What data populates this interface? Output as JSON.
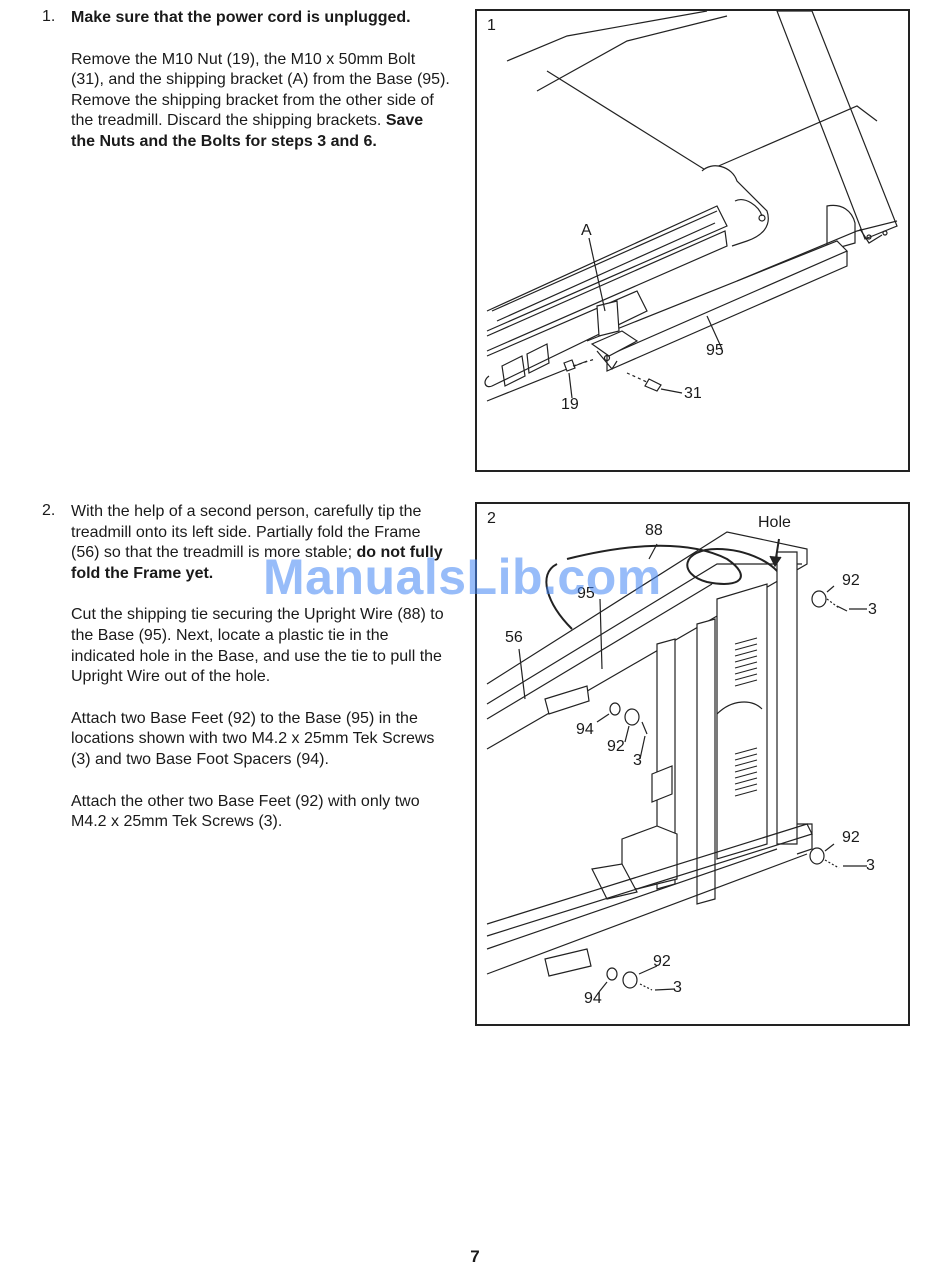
{
  "step1": {
    "number": "1.",
    "heading": "Make sure that the power cord is unplugged.",
    "body": "Remove the M10 Nut (19), the M10 x 50mm Bolt (31), and the shipping bracket (A) from the Base (95). Remove the shipping bracket from the other side of the treadmill. Discard the shipping brackets.",
    "bold_note": "Save the Nuts and the Bolts for steps 3 and 6.",
    "figure": {
      "number": "1",
      "labels": {
        "a": "A",
        "base": "95",
        "nut": "19",
        "bolt": "31"
      }
    }
  },
  "step2": {
    "number": "2.",
    "para1_text": "With the help of a second person, carefully tip the treadmill onto its left side. Partially fold the Frame (56) so that the treadmill is more stable;",
    "para1_bold": "do not fully fold the Frame yet.",
    "para2": "Cut the shipping tie securing the Upright Wire (88) to the Base (95). Next, locate a plastic tie in the indicated hole in the Base, and use the tie to pull the Upright Wire out of the hole.",
    "para3": "Attach two Base Feet (92) to the Base (95) in the locations shown with two M4.2 x 25mm Tek Screws (3) and two Base Foot Spacers (94).",
    "para4": "Attach the other two Base Feet (92) with only two M4.2 x 25mm Tek Screws (3).",
    "figure": {
      "number": "2",
      "labels": {
        "wire": "88",
        "hole": "Hole",
        "base": "95",
        "frame": "56",
        "foot_top_right": "92",
        "screw_top_right": "3",
        "spacer_mid": "94",
        "foot_mid": "92",
        "screw_mid": "3",
        "foot_lower_right": "92",
        "screw_lower_right": "3",
        "foot_bottom": "92",
        "screw_bottom": "3",
        "spacer_bottom": "94"
      }
    }
  },
  "watermark": "ManualsLib.com",
  "page_number": "7"
}
